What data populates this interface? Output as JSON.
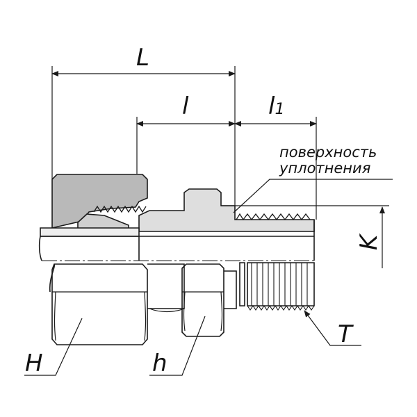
{
  "labels": {
    "L": "L",
    "l": "l",
    "l1_base": "l",
    "l1_sub": "1",
    "K": "K",
    "T": "T",
    "H": "H",
    "h": "h"
  },
  "note": {
    "line1": "поверхность",
    "line2": "уплотнения"
  },
  "colors": {
    "line": "#1a1a1a",
    "shade_dark": "#b5b5b5",
    "shade_light": "#dcdcdc",
    "tube": "#eeeeee"
  }
}
